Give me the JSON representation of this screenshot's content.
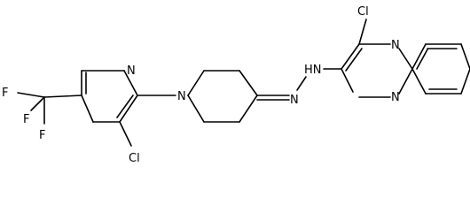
{
  "diagram": {
    "atom_labels": {
      "f1": "F",
      "f2": "F",
      "f3": "F",
      "n_pyridine": "N",
      "cl_pyridine": "Cl",
      "n_piperidine": "N",
      "n_hydrazone": "N",
      "hn": "HN",
      "cl_quinoxaline": "Cl",
      "n_quin_top": "N",
      "n_quin_bottom": "N"
    },
    "colors": {
      "bond": "#000000",
      "text": "#000000",
      "background": "#ffffff"
    }
  }
}
